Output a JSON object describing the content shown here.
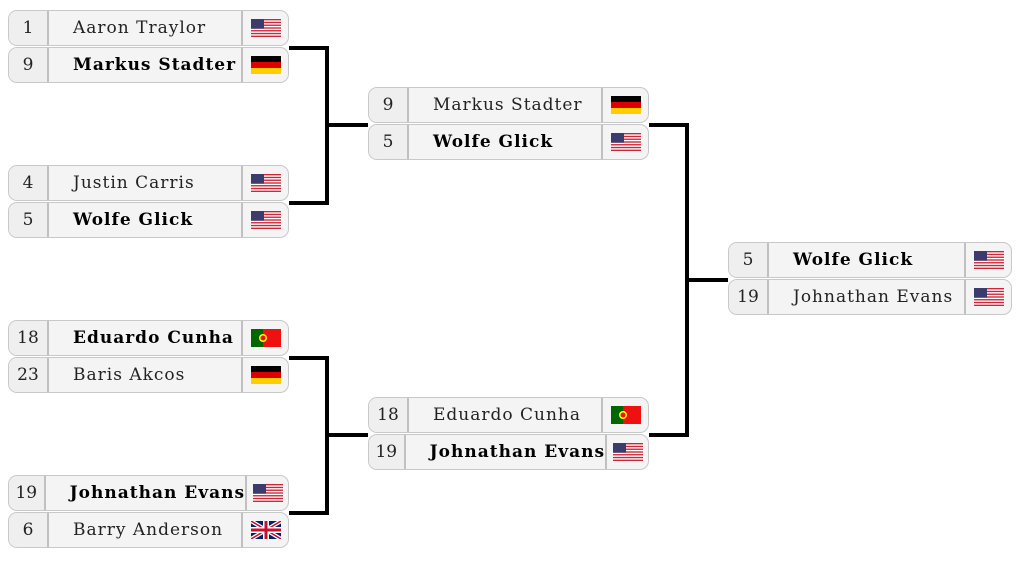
{
  "rounds": [
    {
      "matches": [
        {
          "players": [
            {
              "seed": "1",
              "name": "Aaron Traylor",
              "flag": "us",
              "winner": false
            },
            {
              "seed": "9",
              "name": "Markus Stadter",
              "flag": "de",
              "winner": true
            }
          ]
        },
        {
          "players": [
            {
              "seed": "4",
              "name": "Justin Carris",
              "flag": "us",
              "winner": false
            },
            {
              "seed": "5",
              "name": "Wolfe Glick",
              "flag": "us",
              "winner": true
            }
          ]
        },
        {
          "players": [
            {
              "seed": "18",
              "name": "Eduardo Cunha",
              "flag": "pt",
              "winner": true
            },
            {
              "seed": "23",
              "name": "Baris Akcos",
              "flag": "de",
              "winner": false
            }
          ]
        },
        {
          "players": [
            {
              "seed": "19",
              "name": "Johnathan Evans",
              "flag": "us",
              "winner": true
            },
            {
              "seed": "6",
              "name": "Barry Anderson",
              "flag": "gb",
              "winner": false
            }
          ]
        }
      ]
    },
    {
      "matches": [
        {
          "players": [
            {
              "seed": "9",
              "name": "Markus Stadter",
              "flag": "de",
              "winner": false
            },
            {
              "seed": "5",
              "name": "Wolfe Glick",
              "flag": "us",
              "winner": true
            }
          ]
        },
        {
          "players": [
            {
              "seed": "18",
              "name": "Eduardo Cunha",
              "flag": "pt",
              "winner": false
            },
            {
              "seed": "19",
              "name": "Johnathan Evans",
              "flag": "us",
              "winner": true
            }
          ]
        }
      ]
    },
    {
      "matches": [
        {
          "players": [
            {
              "seed": "5",
              "name": "Wolfe Glick",
              "flag": "us",
              "winner": true
            },
            {
              "seed": "19",
              "name": "Johnathan Evans",
              "flag": "us",
              "winner": false
            }
          ]
        }
      ]
    }
  ]
}
